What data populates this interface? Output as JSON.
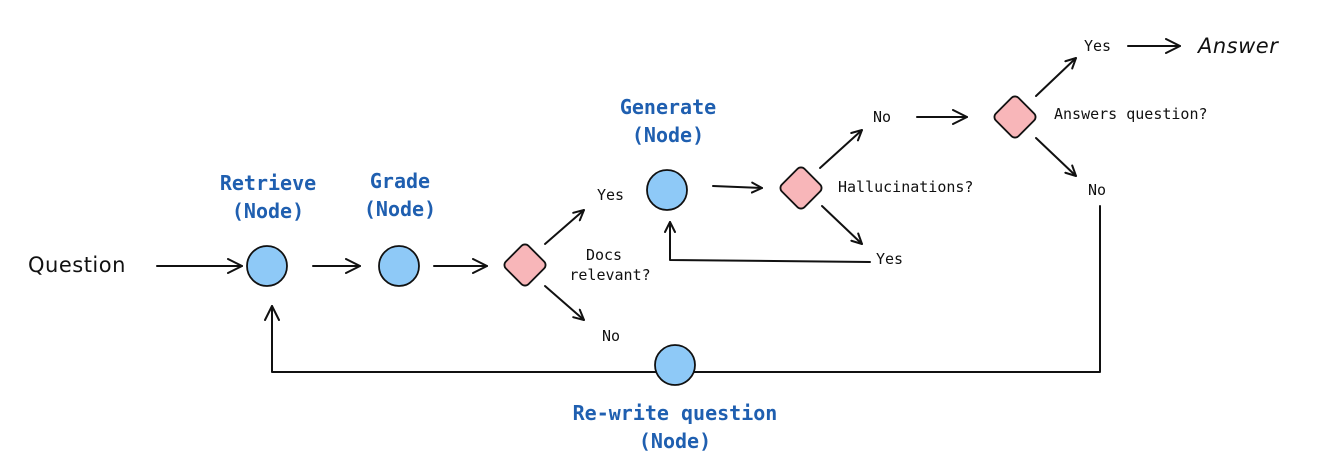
{
  "input": "Question",
  "output": "Answer",
  "nodes": {
    "retrieve": {
      "name": "Retrieve",
      "tag": "(Node)"
    },
    "grade": {
      "name": "Grade",
      "tag": "(Node)"
    },
    "generate": {
      "name": "Generate",
      "tag": "(Node)"
    },
    "rewrite": {
      "name": "Re-write question",
      "tag": "(Node)"
    }
  },
  "decisions": {
    "docs_relevant": {
      "line1": "Docs",
      "line2": "relevant?",
      "yes": "Yes",
      "no": "No"
    },
    "hallucinations": {
      "label": "Hallucinations?",
      "yes": "Yes",
      "no": "No"
    },
    "answers_question": {
      "label": "Answers question?",
      "yes": "Yes",
      "no": "No"
    }
  },
  "colors": {
    "node_fill": "#8ec9f7",
    "decision_fill": "#f8b6b9",
    "node_label": "#1f5fb0",
    "stroke": "#111111"
  }
}
